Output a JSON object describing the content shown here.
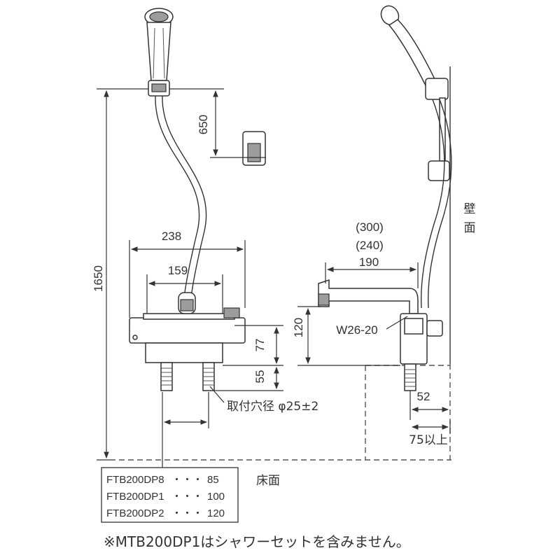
{
  "dimensions": {
    "height_total": "1650",
    "holder_spacing": "650",
    "body_width": "238",
    "mount_spacing": "159",
    "height_77": "77",
    "height_55": "55",
    "spout_reach_300": "(300)",
    "spout_reach_240": "(240)",
    "spout_190": "190",
    "spout_height": "120",
    "thread": "W26-20",
    "wall_52": "52",
    "wall_min": "75以上"
  },
  "labels": {
    "hole": "取付穴径",
    "hole_value": "φ25±2",
    "wall": [
      "壁",
      "面"
    ],
    "floor": "床面"
  },
  "models": [
    {
      "name": "FTB200DP8",
      "dots": "・・・",
      "value": "85"
    },
    {
      "name": "FTB200DP1",
      "dots": "・・・",
      "value": "100"
    },
    {
      "name": "FTB200DP2",
      "dots": "・・・",
      "value": "120"
    }
  ],
  "note": "※MTB200DP1はシャワーセットを含みません。"
}
